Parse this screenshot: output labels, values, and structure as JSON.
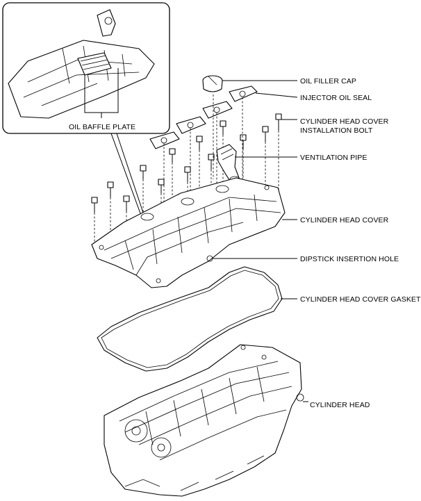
{
  "labels": {
    "oil_baffle_plate": "OIL BAFFLE PLATE",
    "oil_filler_cap": "OIL FILLER CAP",
    "injector_oil_seal": "INJECTOR OIL SEAL",
    "bolt_line1": "CYLINDER HEAD COVER",
    "bolt_line2": "INSTALLATION BOLT",
    "ventilation_pipe": "VENTILATION PIPE",
    "cylinder_head_cover": "CYLINDER HEAD COVER",
    "dipstick_insertion_hole": "DIPSTICK INSERTION HOLE",
    "cylinder_head_cover_gasket": "CYLINDER HEAD COVER GASKET",
    "cylinder_head": "CYLINDER HEAD"
  }
}
